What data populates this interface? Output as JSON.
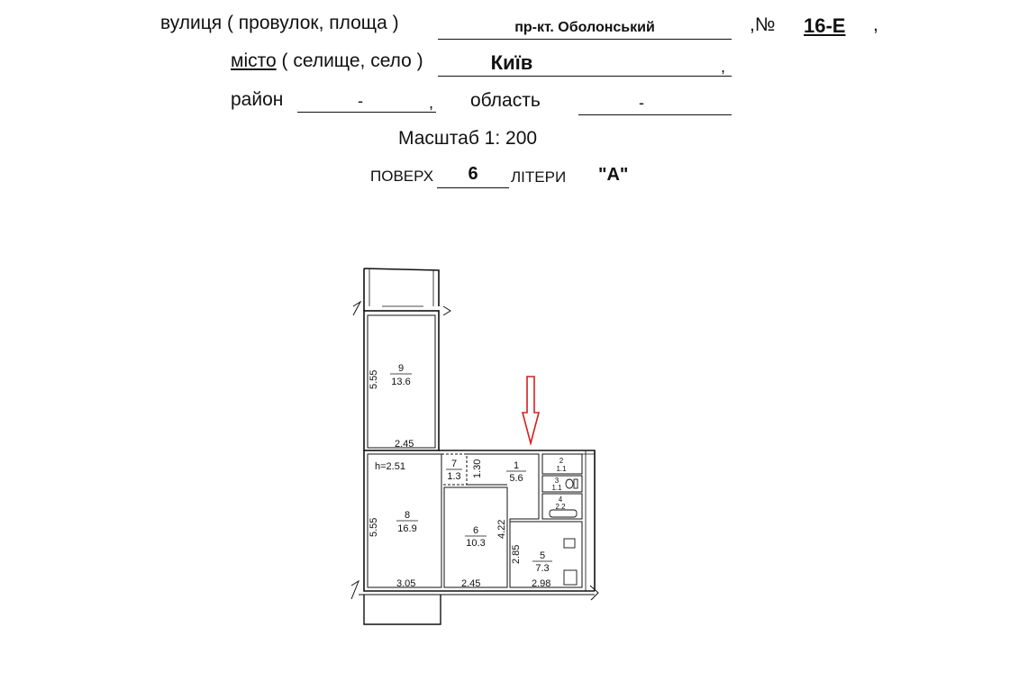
{
  "header": {
    "street_label": "вулиця ( провулок, площа )",
    "street_value": "пр-кт. Оболонський",
    "number_prefix": ",№",
    "number_value": "16-Е",
    "trailing_comma": ",",
    "city_word": "місто",
    "city_rest": " ( селище, село )",
    "city_value": "Київ",
    "city_comma": ",",
    "district_label": "район",
    "district_value": "-",
    "district_comma": ",",
    "region_label": "область",
    "region_value": "-",
    "scale": "Масштаб 1: 200",
    "floor_label": "ПОВЕРХ",
    "floor_value": "6",
    "letters_label": "ЛІТЕРИ",
    "letters_value": "\"А\""
  },
  "plan": {
    "ceiling_height": "h=2.51",
    "rooms": [
      {
        "num": "9",
        "area": "13.6"
      },
      {
        "num": "8",
        "area": "16.9"
      },
      {
        "num": "7",
        "area": "1.3"
      },
      {
        "num": "6",
        "area": "10.3"
      },
      {
        "num": "1",
        "area": "5.6"
      },
      {
        "num": "5",
        "area": "7.3"
      },
      {
        "num": "2",
        "area": "1.1"
      },
      {
        "num": "3",
        "area": "1.1"
      },
      {
        "num": "4",
        "area": "2.2"
      }
    ],
    "dimensions": {
      "room9_height": "5.55",
      "room9_width": "2.45",
      "room8_height": "5.55",
      "room8_width": "3.05",
      "room6_width": "2.45",
      "room5_width": "2.98",
      "room6_height": "4.22",
      "room5_height": "2.85",
      "room7_height": "1.30"
    },
    "entrance_arrow_color": "#d42020"
  }
}
